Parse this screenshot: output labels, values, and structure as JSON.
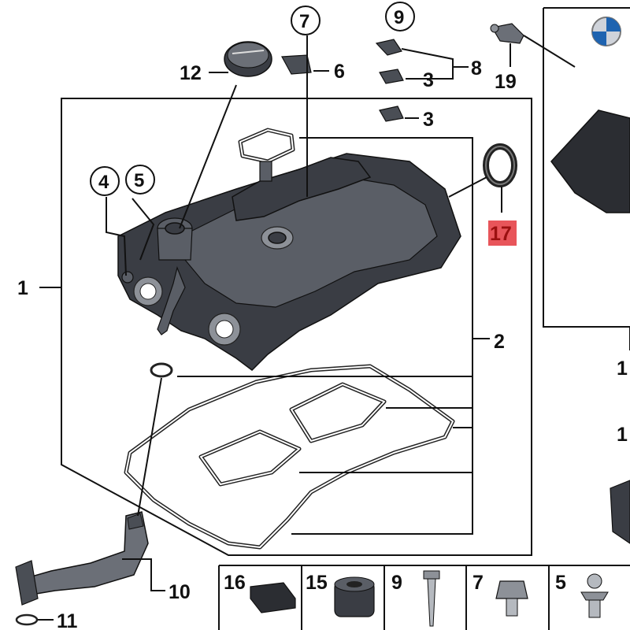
{
  "labels": {
    "l1": "1",
    "l2": "2",
    "l3a": "3",
    "l3b": "3",
    "l4": "4",
    "l5": "5",
    "l6": "6",
    "l7": "7",
    "l8": "8",
    "l9": "9",
    "l10": "10",
    "l11": "11",
    "l12": "12",
    "l17": "17",
    "l19": "19",
    "edge1": "1",
    "edge2": "1"
  },
  "hardware_row": {
    "i16": "16",
    "i15": "15",
    "i9": "9",
    "i7": "7",
    "i5": "5"
  },
  "colors": {
    "highlight": "#e8555a",
    "part": "#3a3d44",
    "line": "#111111"
  }
}
